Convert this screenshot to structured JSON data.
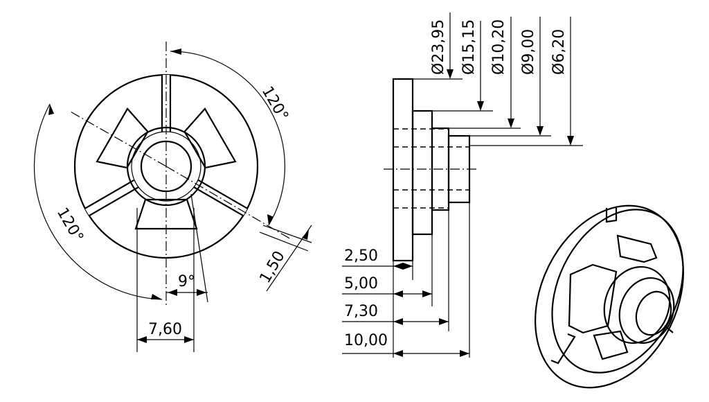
{
  "front_view": {
    "angle_top": "120°",
    "angle_left": "120°",
    "slot_width": "1,50",
    "taper_angle": "9°",
    "hub_width": "7,60"
  },
  "side_view": {
    "diameters": [
      "Ø23,95",
      "Ø15,15",
      "Ø10,20",
      "Ø9,00",
      "Ø6,20"
    ],
    "lengths": [
      "2,50",
      "5,00",
      "7,30",
      "10,00"
    ]
  }
}
